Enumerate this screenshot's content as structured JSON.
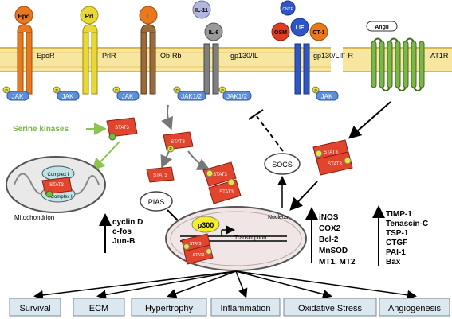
{
  "ligands": {
    "epo": "Epo",
    "prl": "Prl",
    "l": "L",
    "il11": "IL-11",
    "il6": "IL-6",
    "cntf": "CNTF",
    "osm": "OSM",
    "lif": "LIF",
    "ct1": "CT-1",
    "angii": "AngII"
  },
  "receptors": {
    "epor": "EpoR",
    "prlr": "PrlR",
    "obrb": "Ob-Rb",
    "gp130il": "gp130/IL",
    "gp130lifr": "gp130/LIF-R",
    "at1r": "AT1R"
  },
  "kinases": {
    "jak": "JAK",
    "jak12": "JAK1/2",
    "p": "P"
  },
  "labels": {
    "serine_kinases": "Serine kinases",
    "stat3": "STAT3",
    "complex1": "Complex I",
    "complex2": "Complex II",
    "mitochondrion": "Mitochondrion",
    "pias": "PIAS",
    "socs": "SOCS",
    "p300": "p300",
    "transcription": "Transcription",
    "nucleus": "Nucleus"
  },
  "gene_groups": {
    "left": [
      "cyclin D",
      "c-fos",
      "Jun-B"
    ],
    "middle": [
      "iNOS",
      "COX2",
      "Bcl-2",
      "MnSOD",
      "MT1, MT2"
    ],
    "right": [
      "TIMP-1",
      "Tenascin-C",
      "TSP-1",
      "CTGF",
      "PAI-1",
      "Bax"
    ]
  },
  "outcomes": [
    "Survival",
    "ECM",
    "Hypertrophy",
    "Inflammation",
    "Oxidative Stress",
    "Angiogenesis"
  ],
  "colors": {
    "epo": "#e8791e",
    "prl": "#e9d833",
    "l": "#9b6a3b",
    "il": "#7f7f7f",
    "lif": "#2f56c4",
    "osm": "#e23b1f",
    "at1r": "#7ab648",
    "jak": "#5b8fd9",
    "stat3": "#e2452d",
    "phospho": "#e8e23a",
    "serine_arrow": "#8dc44e",
    "membrane_yellow": "#f7dc6f",
    "outcome_box": "#dbe8ef"
  }
}
